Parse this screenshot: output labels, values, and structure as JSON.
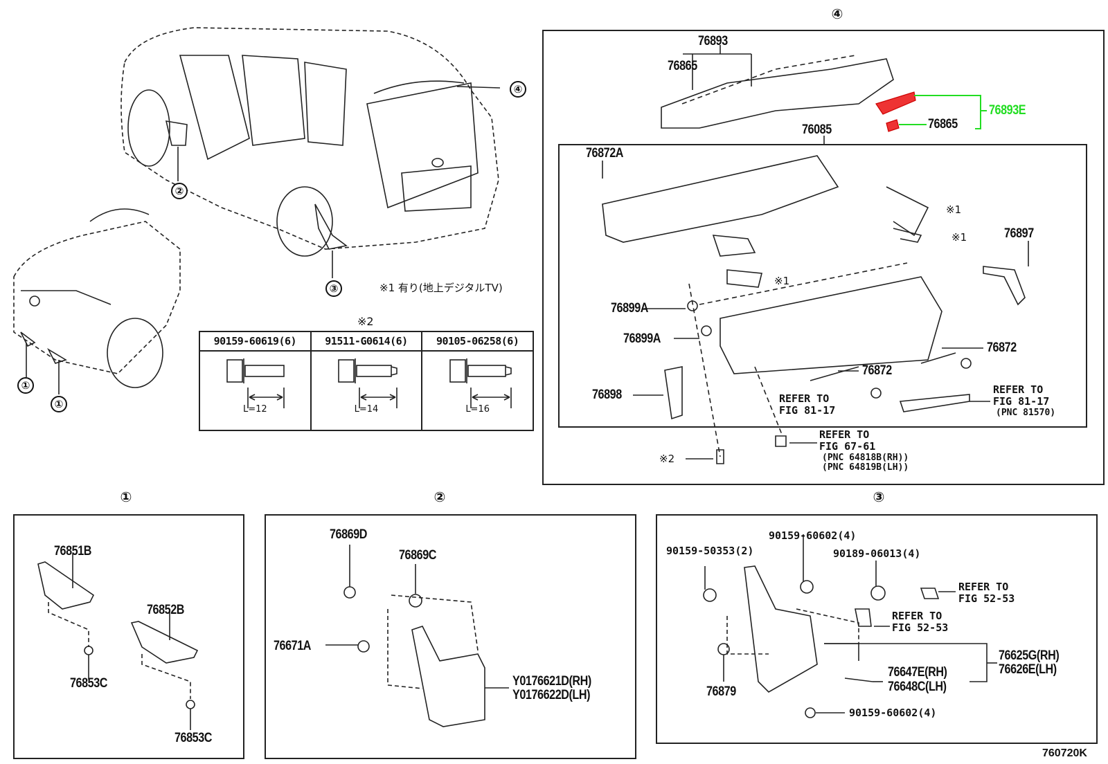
{
  "diagram": {
    "figure_code": "760720K",
    "note_1": "※1 有り(地上デジタルTV)",
    "note_2_marker": "※2",
    "marker_1": "※1",
    "marker_2": "※2",
    "overview": {
      "callouts": [
        "①",
        "①",
        "②",
        "③",
        "④"
      ]
    },
    "bolt_table": {
      "columns": [
        {
          "part": "90159-60619(6)",
          "length": "L=12"
        },
        {
          "part": "91511-G0614(6)",
          "length": "L=14"
        },
        {
          "part": "90105-06258(6)",
          "length": "L=16"
        }
      ]
    },
    "section_4": {
      "title": "④",
      "labels": {
        "p76893": "76893",
        "p76865_top": "76865",
        "p76893E": "76893E",
        "p76865_red": "76865",
        "p76085": "76085",
        "p76872A": "76872A",
        "p76897": "76897",
        "p76899A_1": "76899A",
        "p76899A_2": "76899A",
        "p76872_1": "76872",
        "p76872_2": "76872",
        "p76898": "76898",
        "refer_8117_a_1": "REFER TO",
        "refer_8117_a_2": "FIG 81-17",
        "refer_8117_b_1": "REFER TO",
        "refer_8117_b_2": "FIG 81-17",
        "refer_8117_b_3": "(PNC 81570)",
        "refer_6761_1": "REFER TO",
        "refer_6761_2": "FIG 67-61",
        "refer_6761_3": "(PNC 64818B(RH))",
        "refer_6761_4": "(PNC 64819B(LH))"
      },
      "highlight_colors": {
        "part": "#ee1111",
        "label": "#22dd22"
      }
    },
    "section_1": {
      "title": "①",
      "labels": {
        "p76851B": "76851B",
        "p76852B": "76852B",
        "p76853C_1": "76853C",
        "p76853C_2": "76853C"
      }
    },
    "section_2": {
      "title": "②",
      "labels": {
        "p76869D": "76869D",
        "p76869C": "76869C",
        "p76671A": "76671A",
        "rh": "Y0176621D(RH)",
        "lh": "Y0176622D(LH)"
      }
    },
    "section_3": {
      "title": "③",
      "labels": {
        "b50353": "90159-50353(2)",
        "b60602_top": "90159-60602(4)",
        "b06013": "90189-06013(4)",
        "refer_a_1": "REFER TO",
        "refer_a_2": "FIG 52-53",
        "refer_b_1": "REFER TO",
        "refer_b_2": "FIG 52-53",
        "p76625G": "76625G(RH)",
        "p76626E": "76626E(LH)",
        "p76647E": "76647E(RH)",
        "p76648C": "76648C(LH)",
        "p76879": "76879",
        "b60602_bot": "90159-60602(4)"
      }
    }
  }
}
